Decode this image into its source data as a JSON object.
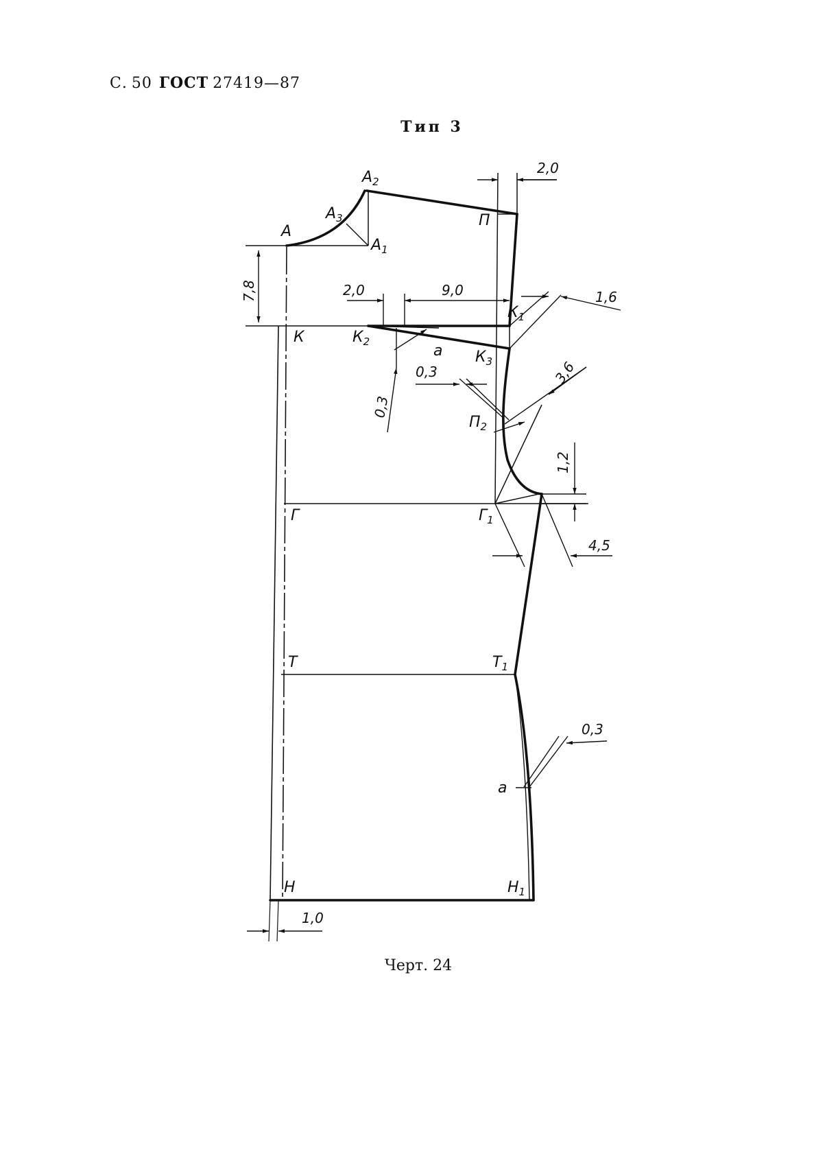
{
  "header": {
    "page_prefix": "С.",
    "page_number": "50",
    "standard": "ГОСТ",
    "code": "27419—87"
  },
  "title": "Тип 3",
  "caption": "Черт. 24",
  "points": {
    "A": {
      "base": "А",
      "sub": ""
    },
    "A1": {
      "base": "А",
      "sub": "1"
    },
    "A2": {
      "base": "А",
      "sub": "2"
    },
    "A3": {
      "base": "А",
      "sub": "3"
    },
    "P": {
      "base": "П",
      "sub": ""
    },
    "P2": {
      "base": "П",
      "sub": "2"
    },
    "K": {
      "base": "К",
      "sub": ""
    },
    "K1": {
      "base": "К",
      "sub": "1"
    },
    "K2": {
      "base": "К",
      "sub": "2"
    },
    "K3": {
      "base": "К",
      "sub": "3"
    },
    "a_upper": {
      "base": "а",
      "sub": ""
    },
    "G": {
      "base": "Г",
      "sub": ""
    },
    "G1": {
      "base": "Г",
      "sub": "1"
    },
    "T": {
      "base": "Т",
      "sub": ""
    },
    "T1": {
      "base": "Т",
      "sub": "1"
    },
    "a_lower": {
      "base": "а",
      "sub": ""
    },
    "H": {
      "base": "Н",
      "sub": ""
    },
    "H1": {
      "base": "Н",
      "sub": "1"
    }
  },
  "dimensions": {
    "shoulder_offset": "2,0",
    "armhole_height": "7,8",
    "dart_offset": "2,0",
    "dart_width": "9,0",
    "armhole_point": "1,6",
    "dart_side": "0,3",
    "dart_depth": "0,3",
    "armhole_curve": "3,6",
    "side_raise": "1,2",
    "side_extension": "4,5",
    "hem_side": "0,3",
    "center_offset": "1,0"
  },
  "colors": {
    "ink": "#111111",
    "paper": "#ffffff"
  }
}
